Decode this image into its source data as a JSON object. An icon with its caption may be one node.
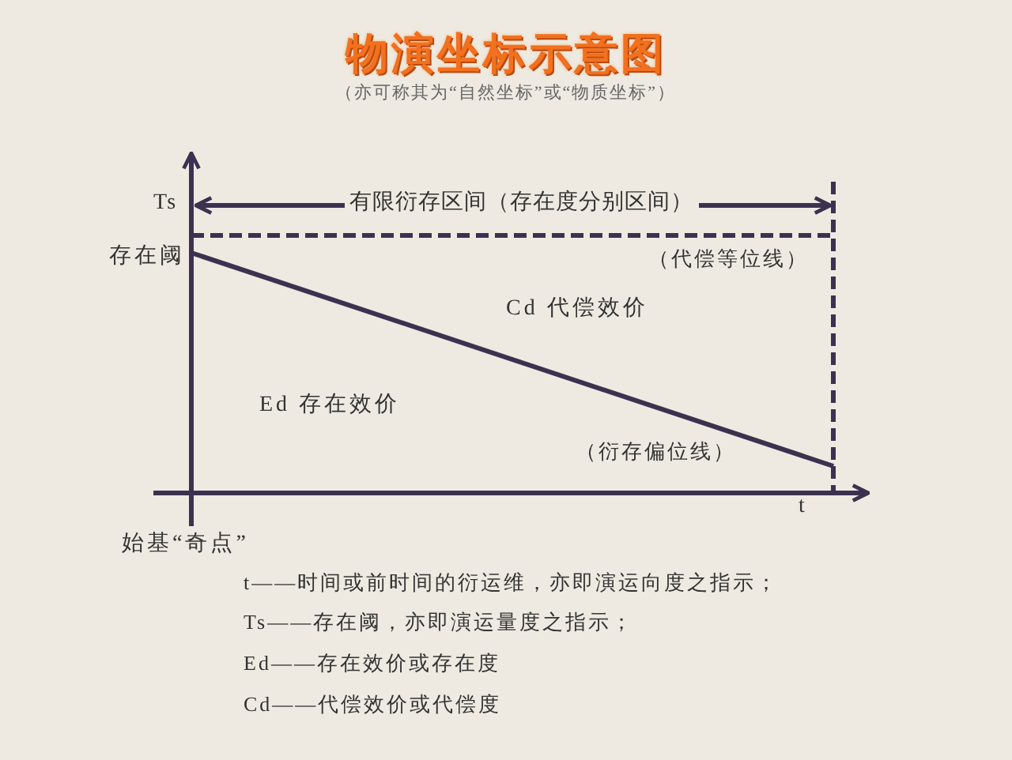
{
  "diagram": {
    "title": "物演坐标示意图",
    "labels": [
      "（亦可称其为“自然坐标”或“物质坐标”）",
      "Ts",
      "有限衍存区间（存在度分别区间）",
      "存在阈",
      "（代偿等位线）",
      "Cd 代偿效价",
      "Ed 存在效价",
      "（衍存偏位线）",
      "t",
      "始基“奇点”",
      "t——时间或前时间的衍运维，亦即演运向度之指示；",
      "Ts——存在阈，亦即演运量度之指示；",
      "Ed——存在效价或存在度",
      "Cd——代偿效价或代偿度"
    ]
  }
}
